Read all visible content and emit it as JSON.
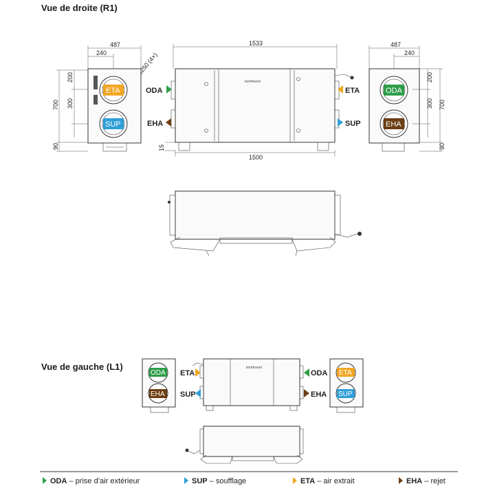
{
  "titles": {
    "right_view": "Vue de droite (R1)",
    "left_view": "Vue de gauche (L1)"
  },
  "dimensions": {
    "side_width": "487",
    "port_offset": "240",
    "diameter": "⌀250 (4×)",
    "height": "700",
    "port_upper": "200",
    "port_lower": "300",
    "base": "90",
    "length_total": "1533",
    "length_body": "1500",
    "foot": "15"
  },
  "brand": "komfovent",
  "ports": {
    "oda": "ODA",
    "eta": "ETA",
    "sup": "SUP",
    "eha": "EHA"
  },
  "colors": {
    "oda": "#2e9e48",
    "eta": "#f2a623",
    "sup": "#2f9fd8",
    "eha": "#6b3d12",
    "line": "#333333"
  },
  "legend": [
    {
      "code": "ODA",
      "text": " – prise d’air extérieur",
      "color": "#2e9e48"
    },
    {
      "code": "SUP",
      "text": " – soufflage",
      "color": "#2f9fd8"
    },
    {
      "code": "ETA",
      "text": " – air extrait",
      "color": "#f2a623"
    },
    {
      "code": "EHA",
      "text": " – rejet",
      "color": "#6b3d12"
    }
  ]
}
